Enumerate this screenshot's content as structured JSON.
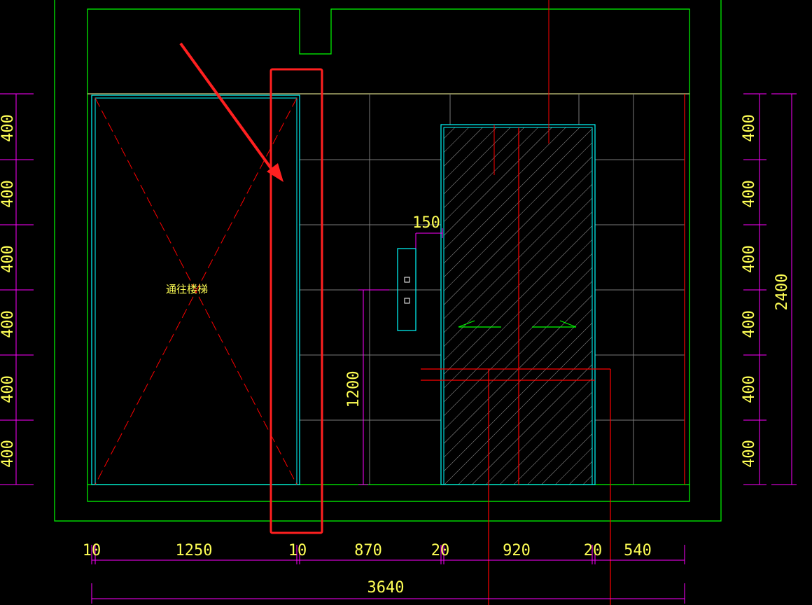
{
  "labels": {
    "stair_label": "通往楼梯",
    "dim_150": "150",
    "dim_1200": "1200",
    "dim_2400": "2400",
    "bottom_total": "3640"
  },
  "left_dims": [
    "400",
    "400",
    "400",
    "400",
    "400",
    "400"
  ],
  "right_dims": [
    "400",
    "400",
    "400",
    "400",
    "400",
    "400"
  ],
  "bottom_dims": [
    "10",
    "1250",
    "10",
    "870",
    "20",
    "920",
    "20",
    "540"
  ],
  "colors": {
    "background": "#000000",
    "outline": "#00ff00",
    "wall": "#00ffff",
    "grid": "#808080",
    "red_line": "#ff0000",
    "dimension": "#ff00ff",
    "text": "#ffff55",
    "annotation": "#ff2020"
  }
}
